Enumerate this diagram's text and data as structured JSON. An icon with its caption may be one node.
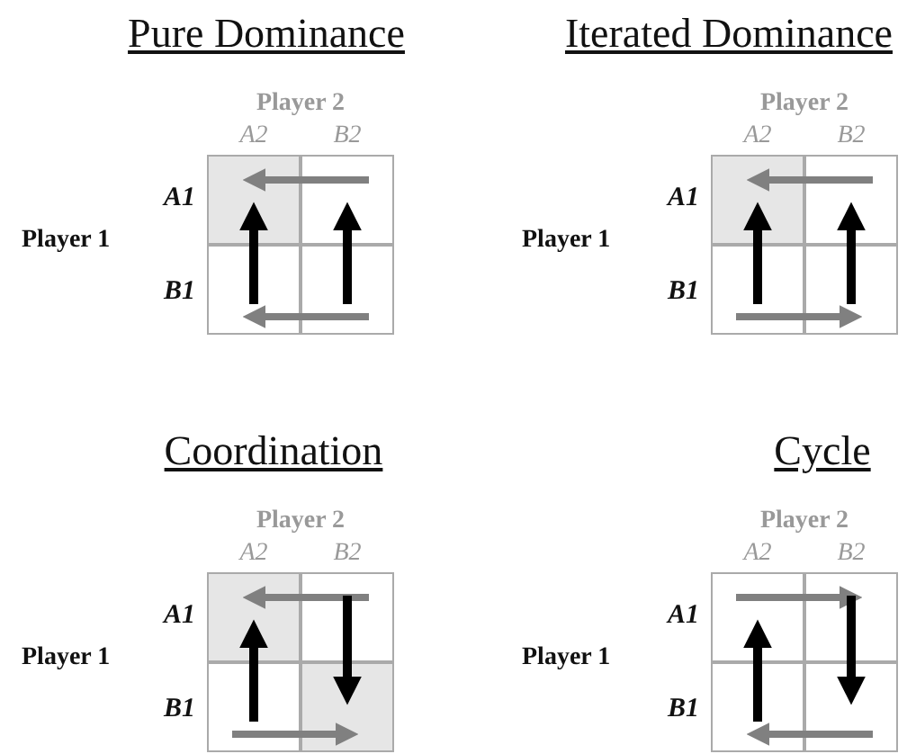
{
  "diagram": {
    "nodes": [
      {
        "text": [
          "Pure Dominance"
        ]
      },
      {
        "text": [],
        "shape": "box",
        "in": 0
      },
      {
        "text": [],
        "shape": "box",
        "in": 0
      },
      {
        "text": [],
        "shape": "box",
        "in": 0
      },
      {
        "text": [],
        "shape": "box",
        "in": 0
      },
      {
        "text": [
          "Iterated Dominance"
        ]
      },
      {
        "text": [],
        "shape": "box",
        "in": 5
      },
      {
        "text": [],
        "shape": "box",
        "in": 5
      },
      {
        "text": [],
        "shape": "box",
        "in": 5
      },
      {
        "text": [],
        "shape": "box",
        "in": 5
      },
      {
        "text": [
          "Coordination"
        ]
      },
      {
        "text": [],
        "shape": "box",
        "in": 10
      },
      {
        "text": [],
        "shape": "box",
        "in": 10
      },
      {
        "text": [],
        "shape": "box",
        "in": 10
      },
      {
        "text": [],
        "shape": "box",
        "in": 10
      },
      {
        "text": [
          "Cycle"
        ]
      },
      {
        "text": [],
        "shape": "box",
        "in": 15
      },
      {
        "text": [],
        "shape": "box",
        "in": 15
      },
      {
        "text": [],
        "shape": "box",
        "in": 15
      },
      {
        "text": [],
        "shape": "box",
        "in": 15
      }
    ],
    "edges": [
      {
        "from": 2,
        "to": 1,
        "arrow": "to",
        "color": "#808080"
      },
      {
        "from": 4,
        "to": 3,
        "arrow": "to",
        "color": "#808080"
      },
      {
        "from": 3,
        "to": 1,
        "arrow": "to",
        "color": "#000000"
      },
      {
        "from": 4,
        "to": 2,
        "arrow": "to",
        "color": "#000000"
      },
      {
        "from": 7,
        "to": 6,
        "arrow": "to",
        "color": "#808080"
      },
      {
        "from": 8,
        "to": 9,
        "arrow": "to",
        "color": "#808080"
      },
      {
        "from": 8,
        "to": 6,
        "arrow": "to",
        "color": "#000000"
      },
      {
        "from": 9,
        "to": 7,
        "arrow": "to",
        "color": "#000000"
      },
      {
        "from": 12,
        "to": 11,
        "arrow": "to",
        "color": "#808080"
      },
      {
        "from": 13,
        "to": 14,
        "arrow": "to",
        "color": "#808080"
      },
      {
        "from": 13,
        "to": 11,
        "arrow": "to",
        "color": "#000000"
      },
      {
        "from": 12,
        "to": 14,
        "arrow": "to",
        "color": "#000000"
      },
      {
        "from": 16,
        "to": 17,
        "arrow": "to",
        "color": "#808080"
      },
      {
        "from": 19,
        "to": 18,
        "arrow": "to",
        "color": "#808080"
      },
      {
        "from": 18,
        "to": 16,
        "arrow": "to",
        "color": "#000000"
      },
      {
        "from": 17,
        "to": 19,
        "arrow": "to",
        "color": "#000000"
      }
    ],
    "labels": [
      "Player 2",
      "A2",
      "B2",
      "A1",
      "B1",
      "Player 1",
      "Player 2",
      "A2",
      "B2",
      "A1",
      "B1",
      "Player 1",
      "Player 2",
      "A2",
      "B2",
      "A1",
      "B1",
      "Player 1",
      "Player 2",
      "A2",
      "B2",
      "A1",
      "B1",
      "Player 1"
    ]
  }
}
